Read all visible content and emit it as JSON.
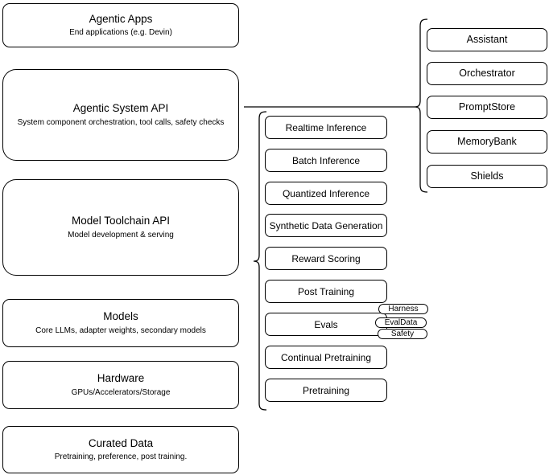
{
  "diagram": {
    "title": "Agentic system architecture stack",
    "background_color": "#ffffff",
    "stroke_color": "#000000"
  },
  "left_column": {
    "boxes": [
      {
        "title": "Agentic Apps",
        "subtitle": "End applications (e.g. Devin)"
      },
      {
        "title": "Agentic System API",
        "subtitle": "System component orchestration, tool calls, safety checks"
      },
      {
        "title": "Model Toolchain API",
        "subtitle": "Model development & serving"
      },
      {
        "title": "Models",
        "subtitle": "Core LLMs, adapter weights, secondary models"
      },
      {
        "title": "Hardware",
        "subtitle": "GPUs/Accelerators/Storage"
      },
      {
        "title": "Curated Data",
        "subtitle": "Pretraining, preference, post training."
      }
    ]
  },
  "toolchain_services": {
    "items": [
      {
        "label": "Realtime Inference"
      },
      {
        "label": "Batch Inference"
      },
      {
        "label": "Quantized Inference"
      },
      {
        "label": "Synthetic Data Generation"
      },
      {
        "label": "Reward Scoring"
      },
      {
        "label": "Post Training"
      },
      {
        "label": "Evals"
      },
      {
        "label": "Continual Pretraining"
      },
      {
        "label": "Pretraining"
      }
    ]
  },
  "system_components": {
    "items": [
      {
        "label": "Assistant"
      },
      {
        "label": "Orchestrator"
      },
      {
        "label": "PromptStore"
      },
      {
        "label": "MemoryBank"
      },
      {
        "label": "Shields"
      }
    ]
  },
  "eval_tags": {
    "items": [
      {
        "label": "Harness"
      },
      {
        "label": "EvalData"
      },
      {
        "label": "Safety"
      }
    ]
  }
}
